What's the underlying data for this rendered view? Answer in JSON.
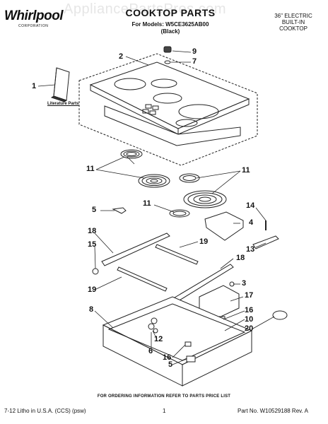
{
  "watermark": "AppliancePartsPros.com",
  "brand": {
    "name": "Whirlpool",
    "tag": "CORPORATION"
  },
  "header": {
    "title": "COOKTOP PARTS",
    "model_line": "For Models: W5CE3625AB00",
    "color_line": "(Black)",
    "corner_lines": [
      "36\" ELECTRIC",
      "BUILT-IN",
      "COOKTOP"
    ]
  },
  "literature_label": "Literature Parts",
  "callouts": [
    {
      "id": "c1",
      "text": "1"
    },
    {
      "id": "c2",
      "text": "2"
    },
    {
      "id": "c9",
      "text": "9"
    },
    {
      "id": "c7",
      "text": "7"
    },
    {
      "id": "c11a",
      "text": "11"
    },
    {
      "id": "c11b",
      "text": "11"
    },
    {
      "id": "c11c",
      "text": "11"
    },
    {
      "id": "c5a",
      "text": "5"
    },
    {
      "id": "c14",
      "text": "14"
    },
    {
      "id": "c4",
      "text": "4"
    },
    {
      "id": "c18a",
      "text": "18"
    },
    {
      "id": "c19a",
      "text": "19"
    },
    {
      "id": "c15",
      "text": "15"
    },
    {
      "id": "c13",
      "text": "13"
    },
    {
      "id": "c18b",
      "text": "18"
    },
    {
      "id": "c19b",
      "text": "19"
    },
    {
      "id": "c3",
      "text": "3"
    },
    {
      "id": "c17",
      "text": "17"
    },
    {
      "id": "c8",
      "text": "8"
    },
    {
      "id": "c16a",
      "text": "16"
    },
    {
      "id": "c10",
      "text": "10"
    },
    {
      "id": "c20",
      "text": "20"
    },
    {
      "id": "c12",
      "text": "12"
    },
    {
      "id": "c6",
      "text": "6"
    },
    {
      "id": "c16b",
      "text": "16"
    },
    {
      "id": "c5b",
      "text": "5"
    }
  ],
  "footer": {
    "note": "FOR ORDERING INFORMATION REFER TO PARTS PRICE LIST",
    "left": "7-12 Litho in U.S.A. (CCS) (psw)",
    "page": "1",
    "part_no": "Part No. W10529188 Rev. A"
  }
}
